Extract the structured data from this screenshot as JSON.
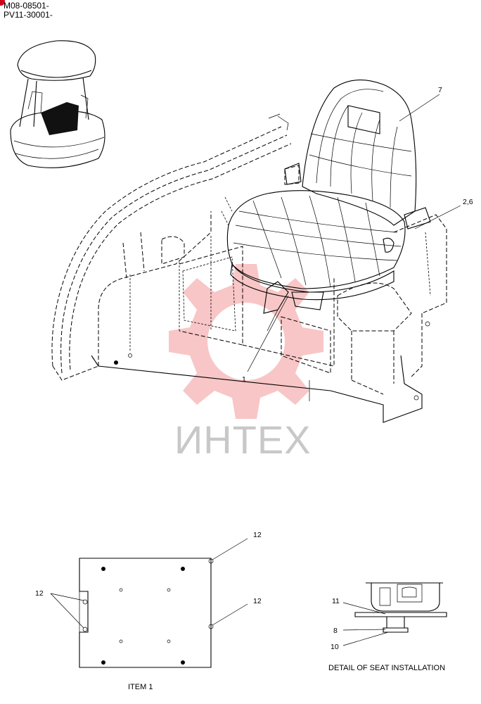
{
  "serials": [
    "M08-08501-",
    "PV11-30001-"
  ],
  "callouts": {
    "c7": "7",
    "c26": "2,6",
    "c1": "1",
    "c12a": "12",
    "c12b": "12",
    "c12c": "12",
    "c11": "11",
    "c8": "8",
    "c10": "10"
  },
  "captions": {
    "item1": "ITEM 1",
    "detail": "DETAIL OF SEAT INSTALLATION"
  },
  "watermark": "ИНТЕХ",
  "colors": {
    "watermark_gear": "#f5b3b3",
    "watermark_text": "#c8c8c8",
    "marker": "#d0021b"
  }
}
